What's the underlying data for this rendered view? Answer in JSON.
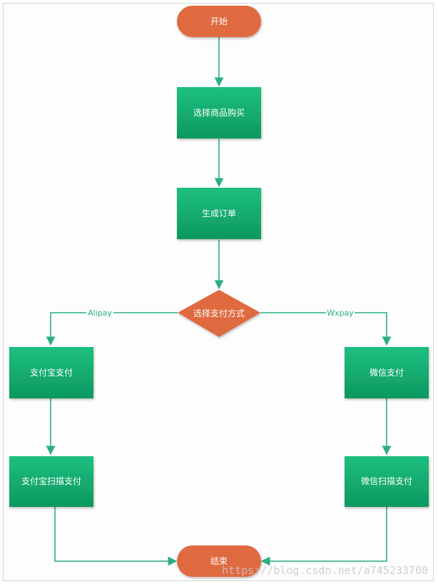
{
  "diagram": {
    "nodes": {
      "start": "开始",
      "select_product": "选择商品购买",
      "create_order": "生成订单",
      "choose_payment": "选择支付方式",
      "alipay_pay": "支付宝支付",
      "wechat_pay": "微信支付",
      "alipay_scan": "支付宝扫描支付",
      "wechat_scan": "微信扫描支付",
      "end": "结束"
    },
    "edges": {
      "alipay": "Alipay",
      "wxpay": "Wxpay"
    }
  },
  "watermark": "https://blog.csdn.net/a745233700",
  "colors": {
    "terminal": "#e06a3f",
    "process_top": "#16b276",
    "process_bottom": "#0e9c63",
    "decision": "#e06a3f",
    "connector": "#2ab07c"
  }
}
